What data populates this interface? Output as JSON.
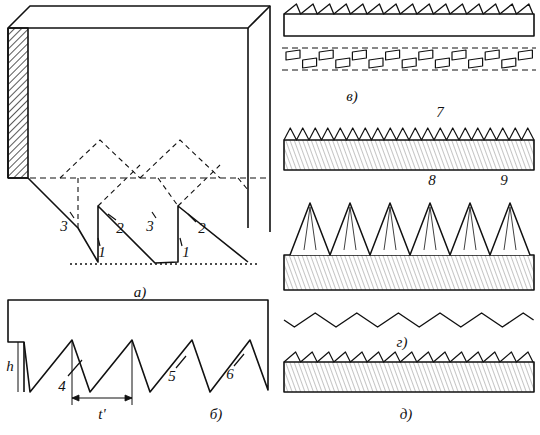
{
  "diagram": {
    "labels": [
      "3",
      "2",
      "1",
      "3",
      "2",
      "1",
      "а)",
      "h",
      "4",
      "t'",
      "5",
      "6",
      "б)",
      "в)",
      "7",
      "8",
      "9",
      "г)",
      "д)"
    ]
  }
}
